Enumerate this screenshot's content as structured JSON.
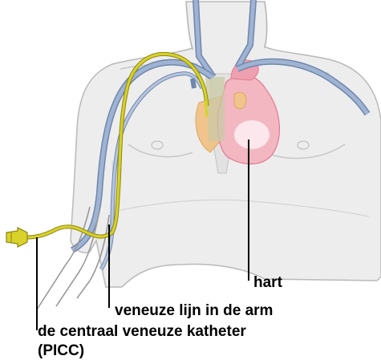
{
  "labels": {
    "heart": "hart",
    "arm_vein": "veneuze lijn in de arm",
    "catheter_line1": "de centraal veneuze katheter",
    "catheter_line2": "(PICC)"
  },
  "colors": {
    "skin": "#ececec",
    "skin_outline": "#b9b9b9",
    "vein": "#8aa2c6",
    "vein_dark": "#6f86ad",
    "catheter": "#d8d22a",
    "catheter_outline": "#8d8412",
    "heart": "#f3b7c2",
    "heart_dark": "#e27a8f",
    "atrium": "#f0c48a",
    "pulmonary": "#c9c9a6",
    "leader_line": "#000000"
  }
}
